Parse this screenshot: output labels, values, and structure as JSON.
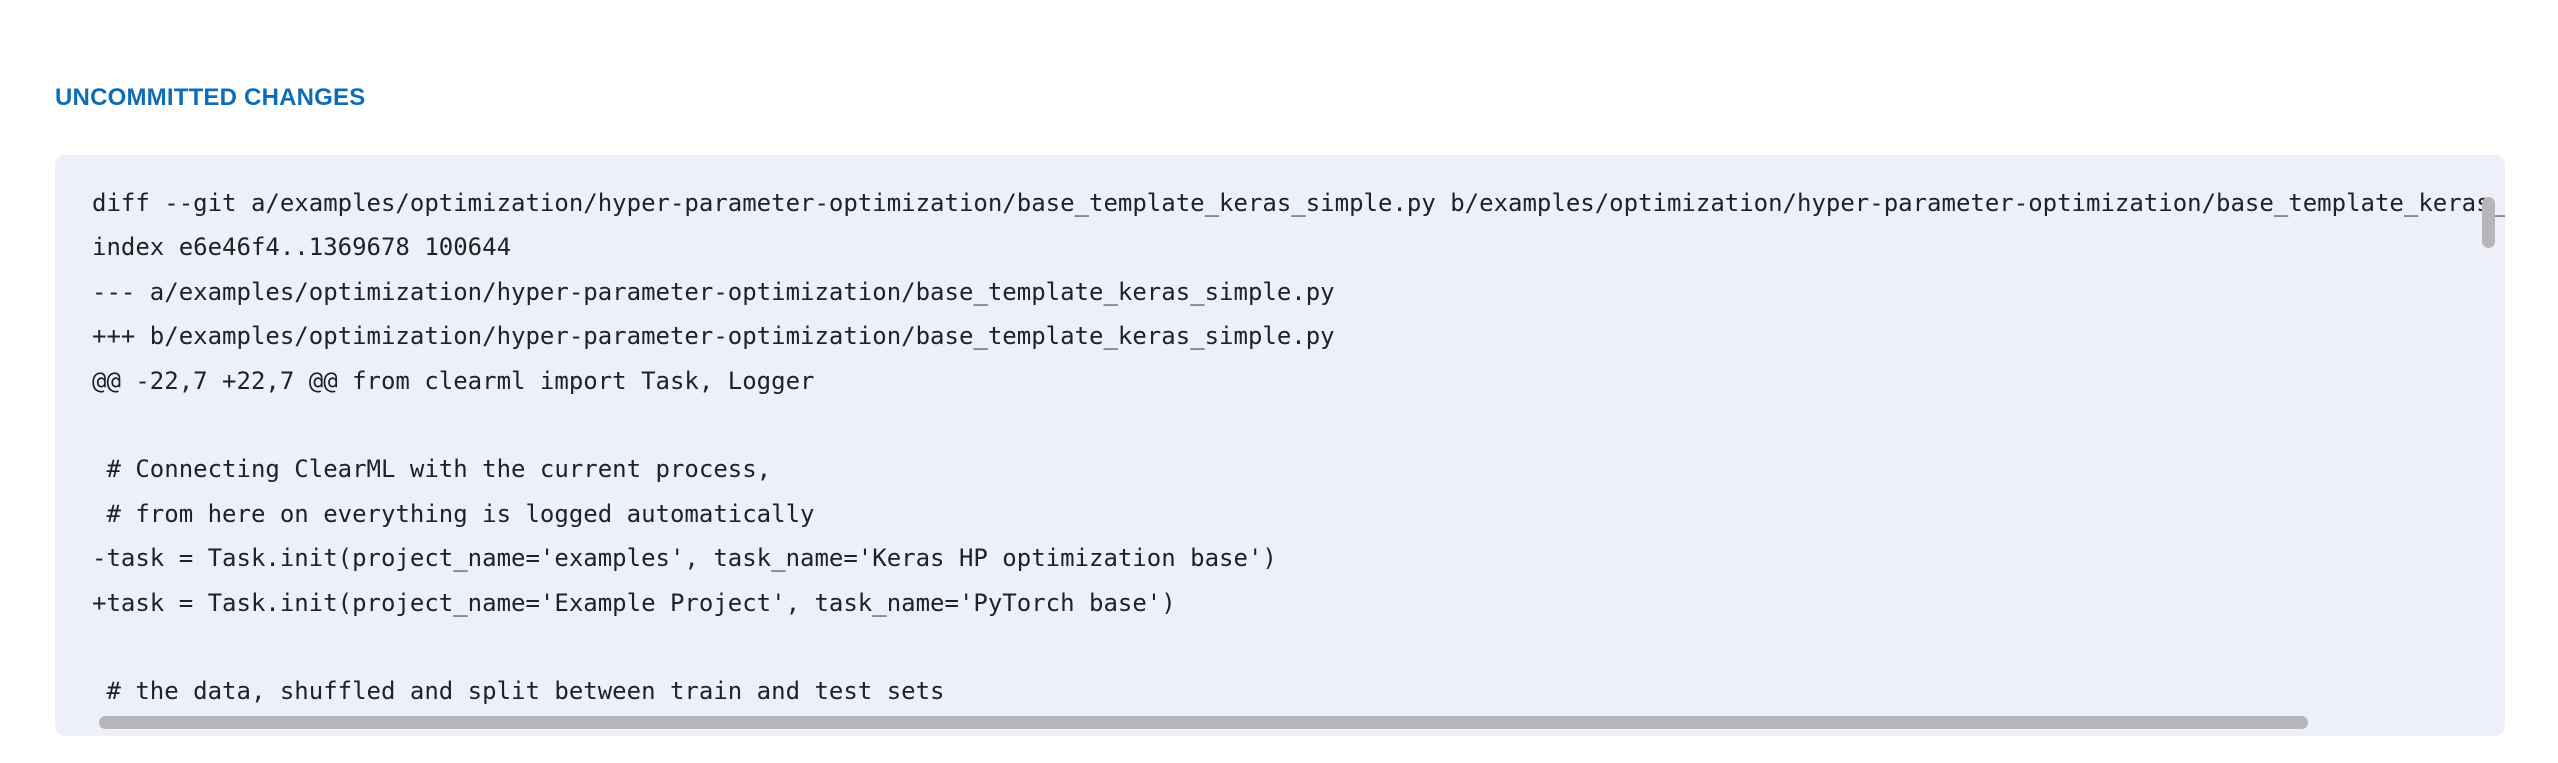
{
  "section": {
    "title": "UNCOMMITTED CHANGES"
  },
  "diff": {
    "lines": [
      "diff --git a/examples/optimization/hyper-parameter-optimization/base_template_keras_simple.py b/examples/optimization/hyper-parameter-optimization/base_template_keras_simple.py",
      "index e6e46f4..1369678 100644",
      "--- a/examples/optimization/hyper-parameter-optimization/base_template_keras_simple.py",
      "+++ b/examples/optimization/hyper-parameter-optimization/base_template_keras_simple.py",
      "@@ -22,7 +22,7 @@ from clearml import Task, Logger",
      "",
      " # Connecting ClearML with the current process,",
      " # from here on everything is logged automatically",
      "-task = Task.init(project_name='examples', task_name='Keras HP optimization base')",
      "+task = Task.init(project_name='Example Project', task_name='PyTorch base')",
      "",
      " # the data, shuffled and split between train and test sets"
    ]
  },
  "colors": {
    "accent_blue": "#0e6db4",
    "panel_bg": "#edf0f9",
    "code_text": "#202226",
    "scrollbar_thumb": "#b6b6ba",
    "page_bg": "#ffffff"
  }
}
